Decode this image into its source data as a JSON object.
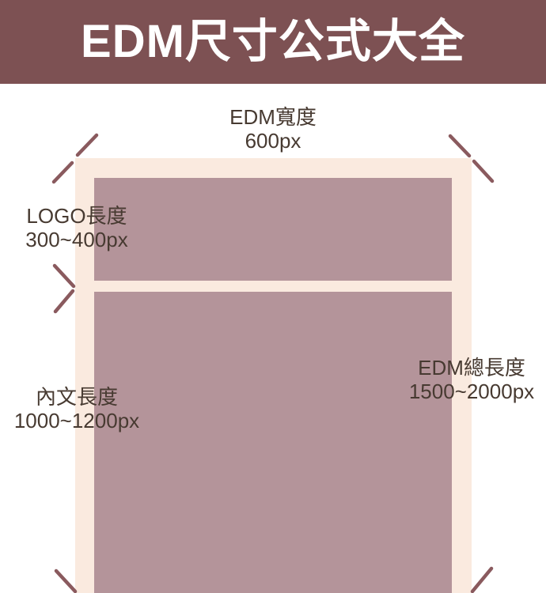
{
  "colors": {
    "header_bg": "#7d5153",
    "header_text": "#ffffff",
    "page_bg": "#ffffff",
    "outer_rect": "#faeadf",
    "inner_rect": "#b4949a",
    "tick": "#8a5a5e",
    "label_text": "#473a31"
  },
  "header": {
    "title": "EDM尺寸公式大全"
  },
  "diagram": {
    "width_label": {
      "line1": "EDM寬度",
      "line2": "600px"
    },
    "logo_label": {
      "line1": "LOGO長度",
      "line2": "300~400px"
    },
    "body_label": {
      "line1": "內文長度",
      "line2": "1000~1200px"
    },
    "total_label": {
      "line1": "EDM總長度",
      "line2": "1500~2000px"
    }
  }
}
